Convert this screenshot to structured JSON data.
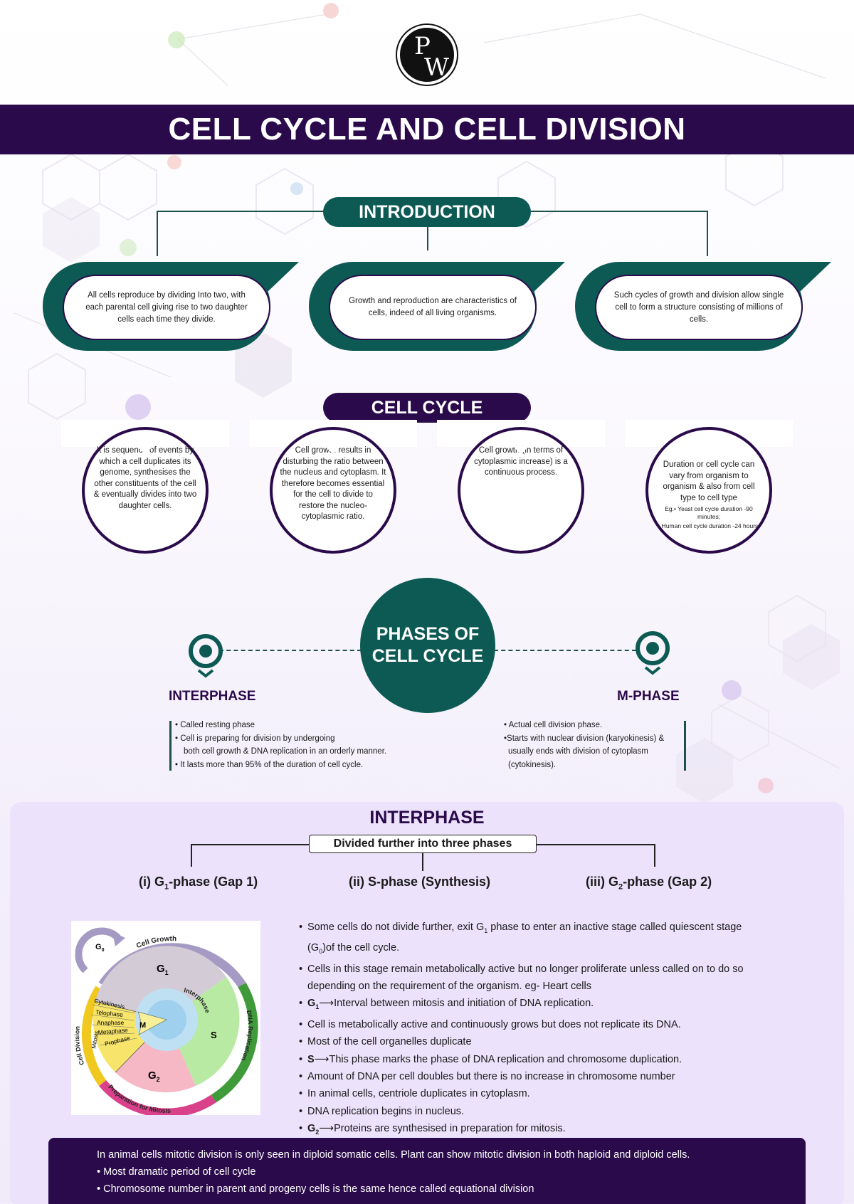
{
  "logo": {
    "letter_top": "P",
    "letter_bottom": "W"
  },
  "title": "CELL CYCLE AND CELL DIVISION",
  "introduction": {
    "heading": "INTRODUCTION",
    "cards": [
      "All cells reproduce by dividing Into two, with each parental cell giving rise to two daughter cells each time they divide.",
      "Growth and reproduction are characteristics of cells, indeed of all living organisms.",
      "Such cycles of growth and division allow single cell to form a structure consisting of millions of cells."
    ]
  },
  "cell_cycle": {
    "heading": "CELL CYCLE",
    "circles": [
      "It is sequence of events by which a cell duplicates its genome, synthesises the other constituents of the cell & eventually divides into two daughter cells.",
      "Cell growth results in disturbing the ratio between the nucleus and cytoplasm. It therefore becomes essential for the cell to divide to restore the nucleo-cytoplasmic ratio.",
      "Cell growth (in terms of cytoplasmic increase) is a continuous process.",
      "Duration or cell cycle can vary from organism to organism & also from cell type to cell type"
    ],
    "notes": [
      "Eg.• Yeast cell cycle duration -90 minutes;",
      "• Human cell cycle duration -24 hours."
    ]
  },
  "phases": {
    "heading_line1": "PHASES OF",
    "heading_line2": "CELL CYCLE",
    "interphase": {
      "title": "INTERPHASE",
      "bullets": [
        "• Called resting phase",
        "• Cell is preparing for division by undergoing",
        "both cell growth & DNA replication in an orderly manner.",
        "• It lasts more than 95% of the duration of cell cycle."
      ]
    },
    "mphase": {
      "title": "M-PHASE",
      "bullets": [
        "• Actual cell division phase.",
        "•Starts with nuclear division (karyokinesis) &",
        "usually ends with division of cytoplasm",
        "(cytokinesis)."
      ]
    }
  },
  "interphase_panel": {
    "title": "INTERPHASE",
    "subtitle": "Divided further into three phases",
    "phases": [
      {
        "pre": "(i) G",
        "sub": "1",
        "post": "-phase (Gap 1)"
      },
      {
        "pre": "(ii) S-phase (Synthesis)",
        "sub": "",
        "post": ""
      },
      {
        "pre": "(iii) G",
        "sub": "2",
        "post": "-phase (Gap 2)"
      }
    ],
    "diagram": {
      "g0": "G",
      "g0_sub": "0",
      "cell_growth": "Cell Growth",
      "g1": "G",
      "g1_sub": "1",
      "s": "S",
      "g2": "G",
      "g2_sub": "2",
      "m": "M",
      "interphase": "Interphase",
      "dna_replication": "DNA Replication",
      "prep_mitosis": "Preparation for Mitosis",
      "cell_division": "Cell Division",
      "mitosis": "Mitosis",
      "stages": [
        "Cytokinesis",
        "Telophase",
        "Anaphase",
        "Metaphase",
        "Prophase"
      ]
    },
    "notes": [
      {
        "pre": "Some cells do not divide further, exit G",
        "sub": "1",
        "post": " phase to enter an inactive stage called quiescent stage"
      },
      {
        "cont_pre": "(G",
        "cont_sub": "0",
        "cont_post": ")of the cell cycle."
      },
      {
        "pre": "Cells in this stage remain metabolically active but no longer proliferate unless called on to do so",
        "sub": "",
        "post": ""
      },
      {
        "cont_pre": "depending on the requirement of the organism. eg- Heart cells",
        "cont_sub": "",
        "cont_post": ""
      },
      {
        "bold": "G",
        "bold_sub": "1",
        "arrow": "⟶",
        "post": "Interval between mitosis and initiation of DNA replication."
      },
      {
        "pre": "Cell is metabolically active and continuously grows but does not replicate its DNA.",
        "sub": "",
        "post": ""
      },
      {
        "pre": "Most of the cell organelles duplicate",
        "sub": "",
        "post": ""
      },
      {
        "bold": "S",
        "bold_sub": "",
        "arrow": "⟶",
        "post": "This phase marks the phase of DNA replication and chromosome duplication."
      },
      {
        "pre": "Amount of DNA per cell doubles but there is no increase in chromosome number",
        "sub": "",
        "post": ""
      },
      {
        "pre": "In animal cells, centriole duplicates in cytoplasm.",
        "sub": "",
        "post": ""
      },
      {
        "pre": "DNA replication begins in nucleus.",
        "sub": "",
        "post": ""
      },
      {
        "bold": "G",
        "bold_sub": "2",
        "arrow": "⟶",
        "post": "Proteins are synthesised in preparation for mitosis."
      }
    ]
  },
  "mphase_box": [
    "In animal cells mitotic division is only seen in diploid somatic cells. Plant can show mitotic division in both haploid and diploid cells.",
    "• Most dramatic period of cell cycle",
    "• Chromosome number in parent and progeny cells is the same hence called equational division"
  ],
  "colors": {
    "dark_purple": "#2a0a4a",
    "teal": "#0d5a54",
    "panel": "#ece2fb"
  }
}
